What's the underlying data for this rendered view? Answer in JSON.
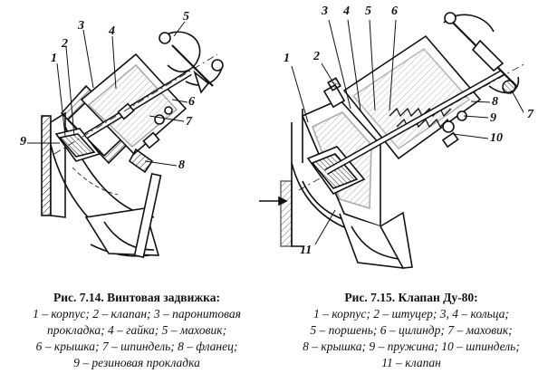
{
  "figure_left": {
    "callouts": [
      {
        "id": "1",
        "text": "1"
      },
      {
        "id": "2",
        "text": "2"
      },
      {
        "id": "3",
        "text": "3"
      },
      {
        "id": "4",
        "text": "4"
      },
      {
        "id": "5",
        "text": "5"
      },
      {
        "id": "6",
        "text": "6"
      },
      {
        "id": "7",
        "text": "7"
      },
      {
        "id": "8",
        "text": "8"
      },
      {
        "id": "9",
        "text": "9"
      }
    ],
    "caption_title": "Рис. 7.14. Винтовая задвижка:",
    "caption_lines": [
      "1 – корпус; 2 – клапан; 3 – паронитовая",
      "прокладка; 4 – гайка; 5 – маховик;",
      "6 – крышка; 7 – шпиндель; 8 – фланец;",
      "9 – резиновая прокладка"
    ]
  },
  "figure_right": {
    "callouts": [
      {
        "id": "1",
        "text": "1"
      },
      {
        "id": "2",
        "text": "2"
      },
      {
        "id": "3",
        "text": "3"
      },
      {
        "id": "4",
        "text": "4"
      },
      {
        "id": "5",
        "text": "5"
      },
      {
        "id": "6",
        "text": "6"
      },
      {
        "id": "7",
        "text": "7"
      },
      {
        "id": "8",
        "text": "8"
      },
      {
        "id": "9",
        "text": "9"
      },
      {
        "id": "10",
        "text": "10"
      },
      {
        "id": "11",
        "text": "11"
      }
    ],
    "caption_title": "Рис. 7.15. Клапан Ду-80:",
    "caption_lines": [
      "1 – корпус; 2 – штуцер; 3, 4 – кольца;",
      "5 – поршень; 6 – цилиндр; 7 – маховик;",
      "8 – крышка; 9 – пружина; 10 – шпиндель;",
      "11 – клапан"
    ]
  }
}
